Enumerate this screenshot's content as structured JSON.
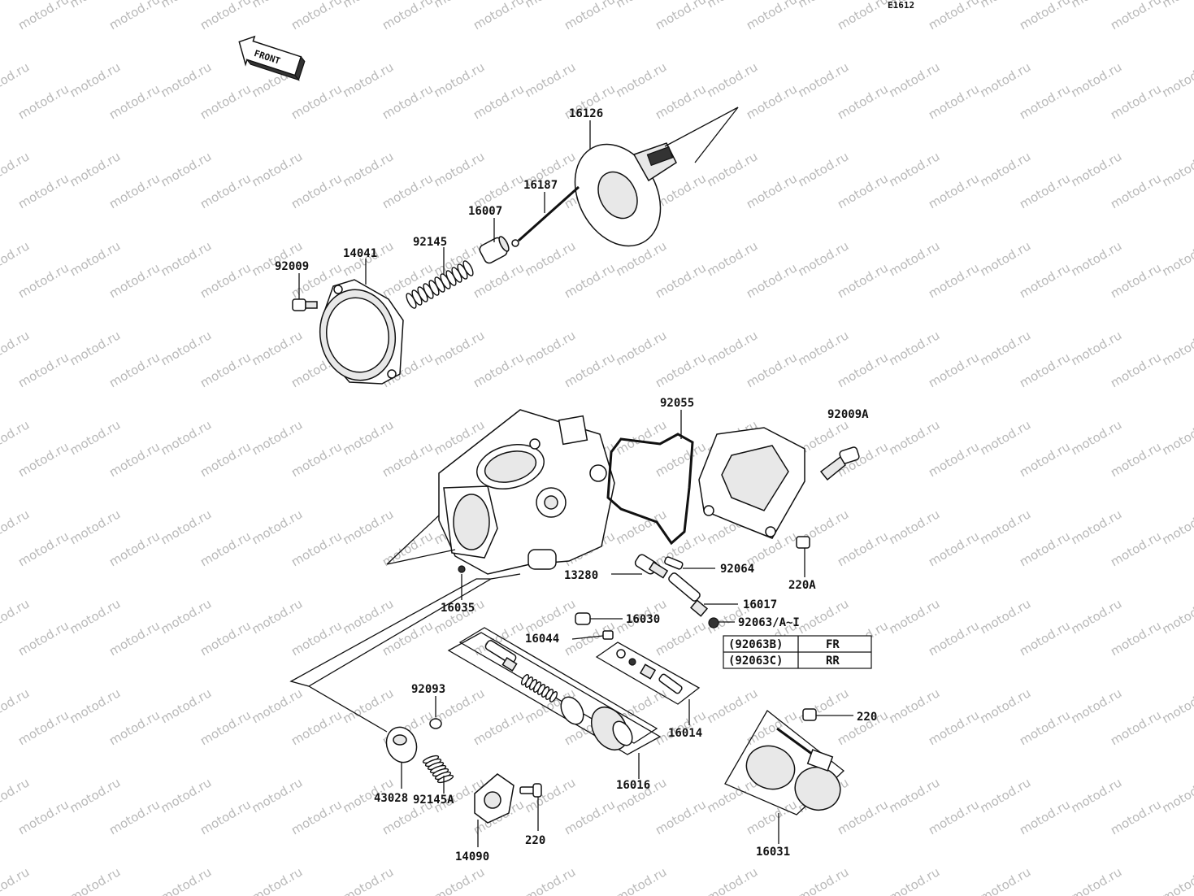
{
  "diagram_code": "E1612",
  "front_arrow": {
    "text": "FRONT"
  },
  "watermark": "motod.ru",
  "parts": {
    "p16126": "16126",
    "p16187": "16187",
    "p16007": "16007",
    "p92145": "92145",
    "p14041": "14041",
    "p92009": "92009",
    "p92055": "92055",
    "p92009A": "92009A",
    "p92064": "92064",
    "p13280": "13280",
    "p220A": "220A",
    "p16017": "16017",
    "p16035": "16035",
    "p16030": "16030",
    "p92063": "92063/A~I",
    "p16044": "16044",
    "p92093": "92093",
    "p16014": "16014",
    "p220a": "220",
    "p43028": "43028",
    "p16016": "16016",
    "p92145A": "92145A",
    "p220b": "220",
    "p14090": "14090",
    "p16031": "16031"
  },
  "table": {
    "rows": [
      {
        "code": "(92063B)",
        "pos": "FR"
      },
      {
        "code": "(92063C)",
        "pos": "RR"
      }
    ]
  }
}
